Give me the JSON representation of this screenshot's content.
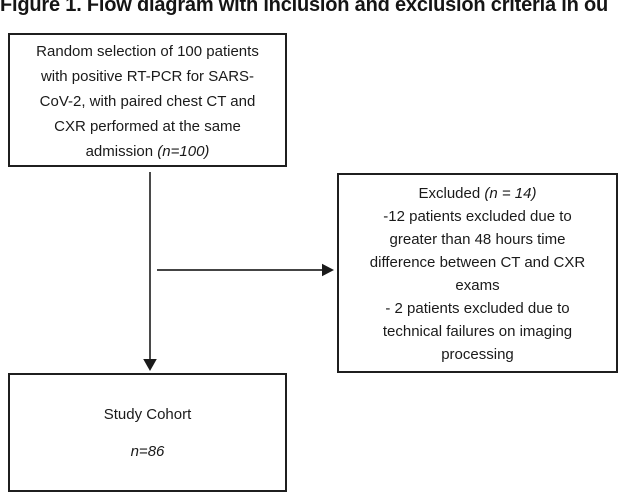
{
  "figure": {
    "title": "Figure 1. Flow diagram with inclusion and exclusion criteria in ou"
  },
  "selection_box": {
    "lines": [
      "Random selection of 100 patients",
      "with positive RT-PCR for SARS-",
      "CoV-2, with paired chest CT and",
      "CXR performed at the same"
    ],
    "last_line_prefix": "admission ",
    "last_line_n": "(n=100)"
  },
  "excluded_box": {
    "heading_prefix": "Excluded ",
    "heading_n": "(n = 14)",
    "lines": [
      "-12 patients excluded due to",
      "greater than 48 hours time",
      "difference between CT and CXR",
      "exams",
      "- 2 patients excluded due to",
      "technical failures on imaging",
      "processing"
    ]
  },
  "study_box": {
    "title": "Study Cohort",
    "n": "n=86"
  },
  "colors": {
    "text": "#1a1a1a",
    "border": "#1f1f1f",
    "arrow": "#2a2a2a",
    "background": "#ffffff"
  }
}
